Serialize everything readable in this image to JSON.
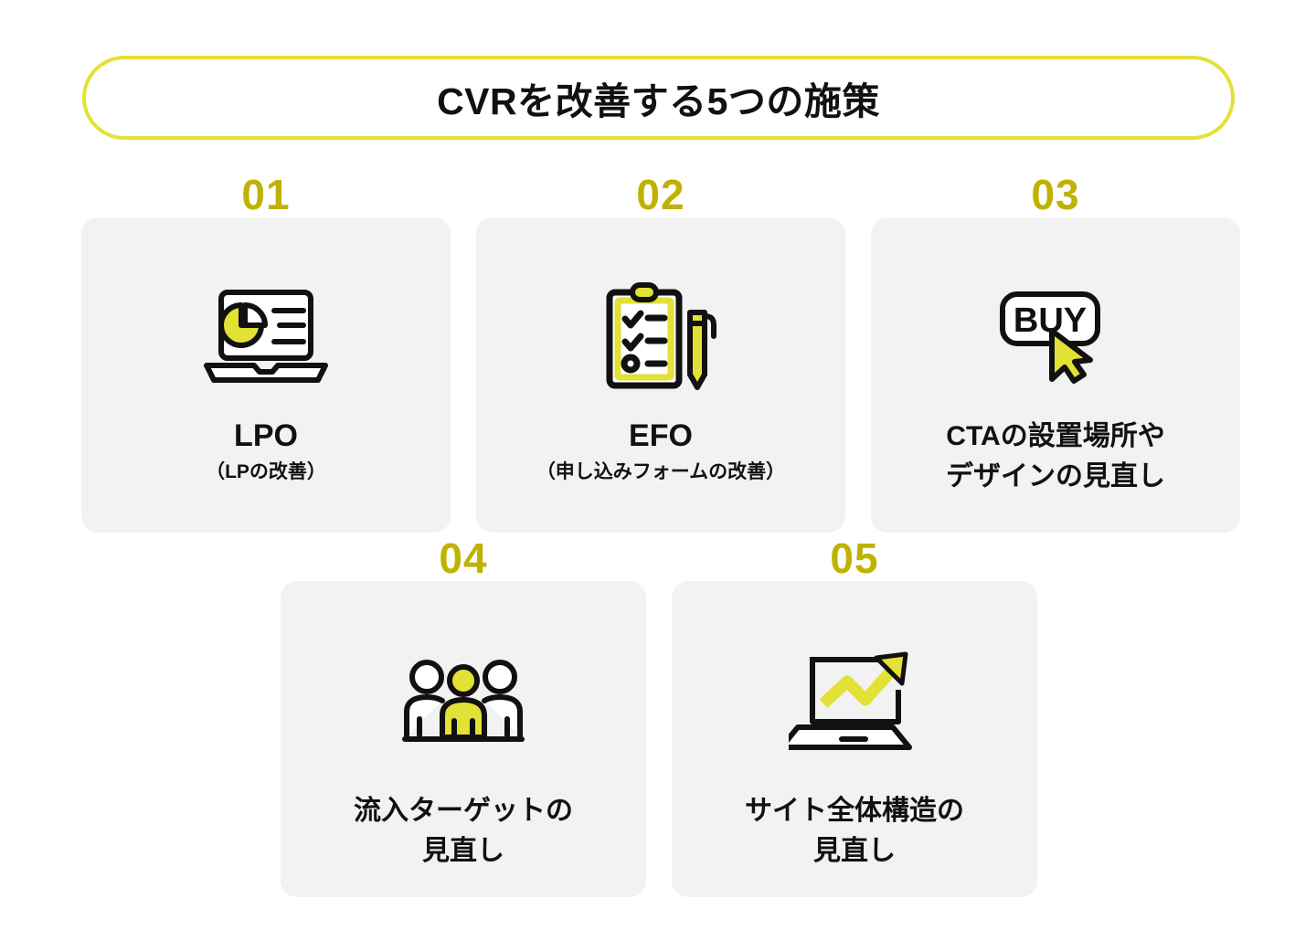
{
  "header": {
    "title": "CVRを改善する5つの施策"
  },
  "theme": {
    "accent_yellow": "#e3e036",
    "number_olive": "#bfb200",
    "card_bg": "#f2f2f2",
    "page_bg": "#ffffff",
    "ink": "#111111"
  },
  "cards": [
    {
      "number": "01",
      "icon": "laptop-pie-chart-icon",
      "label": "LPO",
      "sub": "（LPの改善）",
      "label_line2": ""
    },
    {
      "number": "02",
      "icon": "clipboard-checklist-pen-icon",
      "label": "EFO",
      "sub": "（申し込みフォームの改善）",
      "label_line2": ""
    },
    {
      "number": "03",
      "icon": "buy-button-cursor-icon",
      "label": "CTAの設置場所や",
      "label_line2": "デザインの見直し",
      "sub": ""
    },
    {
      "number": "04",
      "icon": "three-people-icon",
      "label": "流入ターゲットの",
      "label_line2": "見直し",
      "sub": ""
    },
    {
      "number": "05",
      "icon": "laptop-growth-arrow-icon",
      "label": "サイト全体構造の",
      "label_line2": "見直し",
      "sub": ""
    }
  ],
  "icon_text": {
    "buy_button": "BUY"
  }
}
